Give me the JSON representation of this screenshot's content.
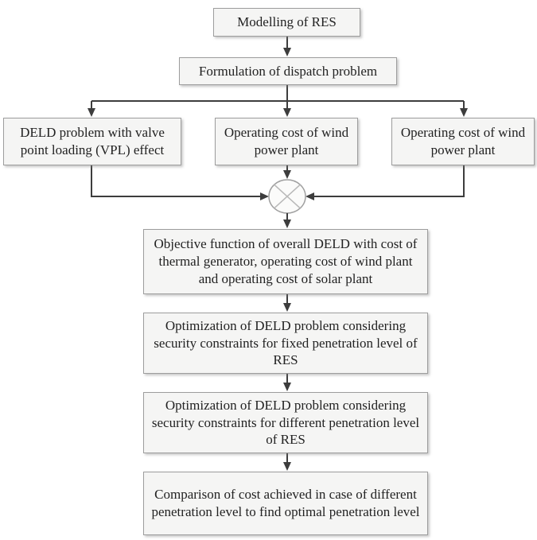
{
  "figure": {
    "type": "flowchart",
    "nodes": {
      "modelling": "Modelling of RES",
      "formulation": "Formulation of dispatch problem",
      "deld_vpl": "DELD problem with valve point loading (VPL) effect",
      "wind_cost_1": "Operating cost of wind power plant",
      "wind_cost_2": "Operating cost of wind power plant",
      "objective": "Objective function of overall DELD with cost of thermal generator, operating cost of wind plant and operating cost of solar plant",
      "opt_fixed": "Optimization of DELD problem considering security constraints for fixed penetration level of RES",
      "opt_diff": "Optimization of DELD problem considering security constraints for different penetration level of RES",
      "comparison": "Comparison of cost achieved in case of different penetration level to find optimal penetration level"
    },
    "junction": {
      "icon": "circled-times-junction",
      "symbol": "⊗"
    },
    "colors": {
      "box_fill": "#f5f5f4",
      "box_border": "#9d9d9d",
      "line": "#3d3d3d",
      "text": "#222222",
      "background": "#ffffff"
    }
  }
}
